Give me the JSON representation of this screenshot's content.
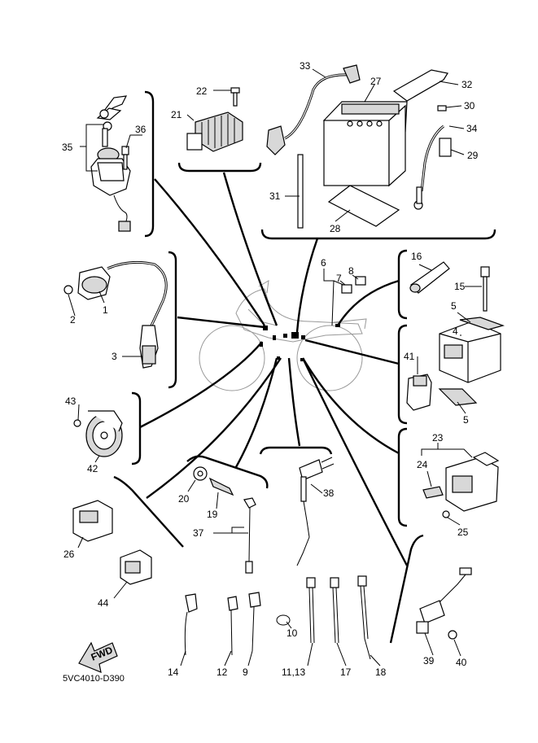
{
  "diagram_code": "5VC4010-D390",
  "fwd_label": "FWD",
  "callouts": {
    "c1": "1",
    "c2": "2",
    "c3": "3",
    "c4": "4",
    "c5a": "5",
    "c5b": "5",
    "c6": "6",
    "c7": "7",
    "c8": "8",
    "c9": "9",
    "c10": "10",
    "c11_13": "11,13",
    "c12": "12",
    "c14": "14",
    "c15": "15",
    "c16": "16",
    "c17": "17",
    "c18": "18",
    "c19": "19",
    "c20": "20",
    "c21": "21",
    "c22": "22",
    "c23": "23",
    "c24": "24",
    "c25": "25",
    "c26": "26",
    "c27": "27",
    "c28": "28",
    "c29": "29",
    "c30": "30",
    "c31": "31",
    "c32": "32",
    "c33": "33",
    "c34": "34",
    "c35": "35",
    "c36": "36",
    "c37": "37",
    "c38": "38",
    "c39": "39",
    "c40": "40",
    "c41": "41",
    "c42": "42",
    "c43": "43",
    "c44": "44"
  }
}
